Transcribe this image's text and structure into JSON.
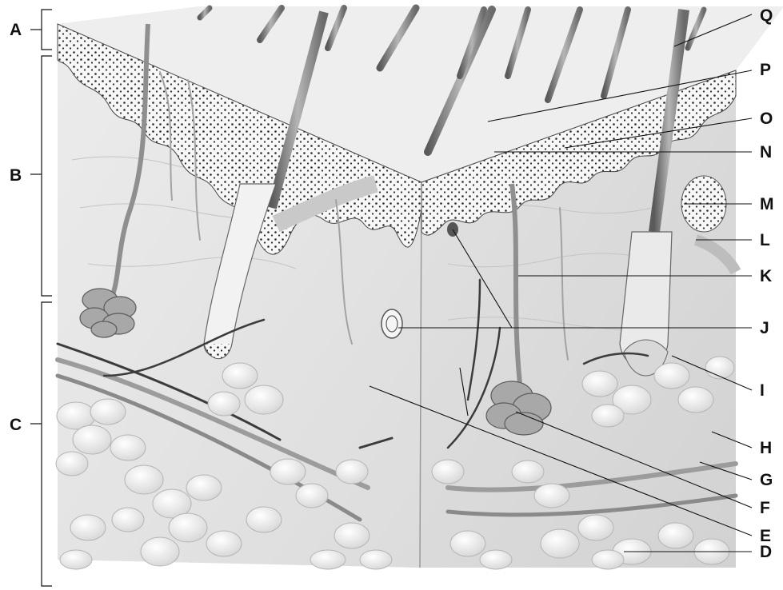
{
  "layer_labels": [
    "A",
    "B",
    "C"
  ],
  "structure_labels": [
    "Q",
    "P",
    "O",
    "N",
    "M",
    "L",
    "K",
    "J",
    "I",
    "H",
    "G",
    "F",
    "E",
    "D"
  ],
  "colors": {
    "background": "#ffffff",
    "tissue": "#e9e9e9",
    "epidermis_dots": "#2a2a2a",
    "hair": "#8a8a8a",
    "fat_lobule": "#f4f4f4",
    "leader_line": "#111111"
  }
}
